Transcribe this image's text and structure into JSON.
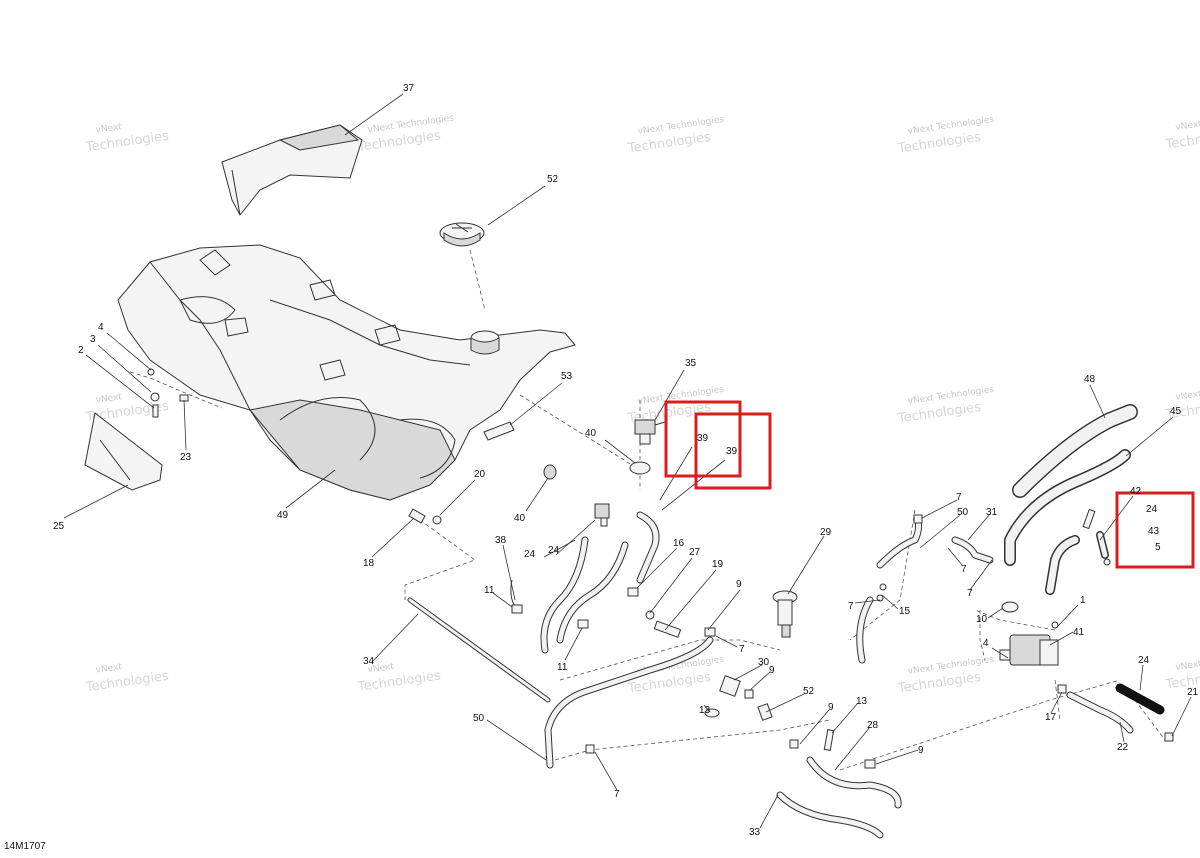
{
  "diagram": {
    "code": "14M1707",
    "watermark_line1": "vNext",
    "watermark_line2": "Technologies",
    "watermark_inline": "vNext Technologies",
    "highlight_color": "#d81e1e",
    "callouts": {
      "c37": "37",
      "c52a": "52",
      "c53": "53",
      "c49": "49",
      "c25": "25",
      "c4a": "4",
      "c3": "3",
      "c2": "2",
      "c23": "23",
      "c18": "18",
      "c20": "20",
      "c35": "35",
      "c40a": "40",
      "c40b": "40",
      "c39a": "39",
      "c39b": "39",
      "c38": "38",
      "c24a": "24",
      "c11a": "11",
      "c11b": "11",
      "c16": "16",
      "c27": "27",
      "c19": "19",
      "c9a": "9",
      "c7a": "7",
      "c34": "34",
      "c50a": "50",
      "c7b": "7",
      "c13a": "13",
      "c30": "30",
      "c9b": "9",
      "c29": "29",
      "c52b": "52",
      "c9c": "9",
      "c13b": "13",
      "c28": "28",
      "c9d": "9",
      "c33": "33",
      "c7c": "7",
      "c50b": "50",
      "c31": "31",
      "c7d": "7",
      "c7e": "7",
      "c7f": "7",
      "c15": "15",
      "c10": "10",
      "c48": "48",
      "c45": "45",
      "c42": "42",
      "c24b": "24",
      "c43": "43",
      "c5": "5",
      "c1": "1",
      "c41": "41",
      "c4b": "4",
      "c17": "17",
      "c22": "22",
      "c24c": "24",
      "c21": "21"
    }
  }
}
